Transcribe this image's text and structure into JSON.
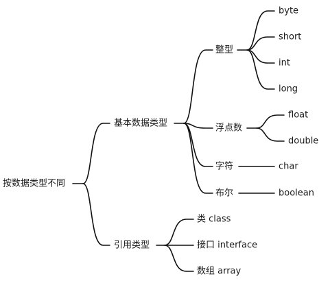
{
  "root": {
    "label": "按数据类型不同"
  },
  "branches": [
    {
      "label": "基本数据类型",
      "children": [
        {
          "label": "整型",
          "children": [
            "byte",
            "short",
            "int",
            "long"
          ]
        },
        {
          "label": "浮点数",
          "children": [
            "float",
            "double"
          ]
        },
        {
          "label": "字符",
          "children": [
            "char"
          ]
        },
        {
          "label": "布尔",
          "children": [
            "boolean"
          ]
        }
      ]
    },
    {
      "label": "引用类型",
      "children": [
        {
          "label": "类 class",
          "children": []
        },
        {
          "label": "接口 interface",
          "children": []
        },
        {
          "label": "数组 array",
          "children": []
        }
      ]
    }
  ]
}
